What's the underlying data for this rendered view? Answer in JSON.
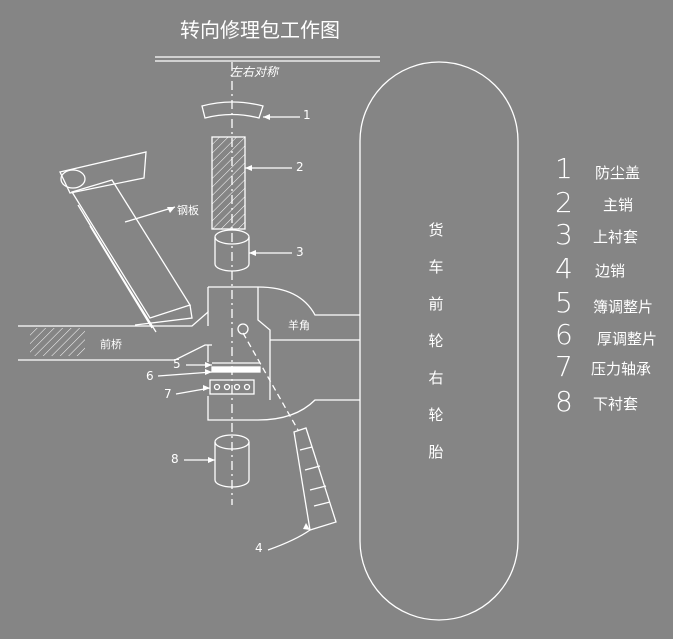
{
  "title": "转向修理包工作图",
  "symmetry_note": "左右对称",
  "labels": {
    "steel_plate": "钢板",
    "front_axle": "前桥",
    "knuckle": "羊角"
  },
  "wheel_text": [
    "货",
    "车",
    "前",
    "轮",
    "右",
    "轮",
    "胎"
  ],
  "callouts": [
    "1",
    "2",
    "3",
    "4",
    "5",
    "6",
    "7",
    "8"
  ],
  "legend": [
    {
      "num": "1",
      "text": "防尘盖"
    },
    {
      "num": "2",
      "text": "主销"
    },
    {
      "num": "3",
      "text": "上衬套"
    },
    {
      "num": "4",
      "text": "边销"
    },
    {
      "num": "5",
      "text": "簿调整片"
    },
    {
      "num": "6",
      "text": "厚调整片"
    },
    {
      "num": "7",
      "text": "压力轴承"
    },
    {
      "num": "8",
      "text": "下衬套"
    }
  ],
  "colors": {
    "background": "#858585",
    "line": "#ffffff"
  }
}
